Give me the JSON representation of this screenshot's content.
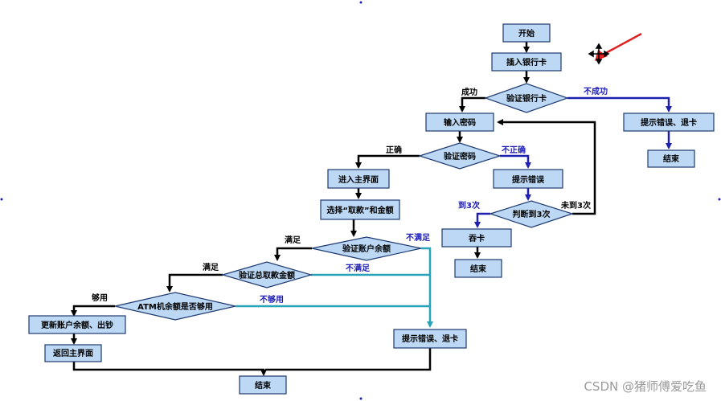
{
  "colors": {
    "node_fill": "#bcd8f4",
    "node_stroke": "#1f3a70",
    "black_line": "#000000",
    "blue_line": "#2020b0",
    "teal_line": "#27a3b8",
    "red_pointer": "#e02020"
  },
  "nodes": {
    "start": "开始",
    "insert_card": "插入银行卡",
    "verify_card": "验证银行卡",
    "enter_pin": "输入密码",
    "verify_pin": "验证密码",
    "main_menu": "进入主界面",
    "choose_withdraw": "选择“取款”和金额",
    "check_balance": "验证账户余额",
    "check_total": "验证总取款金额",
    "check_atm_cash": "ATM机余额是否够用",
    "update_and_dispense": "更新账户余额、出钞",
    "return_main": "返回主界面",
    "end_main": "结束",
    "error_eject_card_top": "提示错误、退卡",
    "end_top_right": "结束",
    "pin_error": "提示错误",
    "count_check": "判断到3次",
    "swallow_card": "吞卡",
    "end_swallow": "结束",
    "error_eject_card_bottom": "提示错误、退卡"
  },
  "edge_labels": {
    "card_success": "成功",
    "card_fail": "不成功",
    "pin_correct": "正确",
    "pin_incorrect": "不正确",
    "reached_3": "到3次",
    "not_reached_3": "未到3次",
    "balance_ok": "满足",
    "balance_not_ok": "不满足",
    "total_ok": "满足",
    "total_not_ok": "不满足",
    "atm_enough": "够用",
    "atm_not_enough": "不够用"
  },
  "watermark": "CSDN @猪师傅爱吃鱼",
  "icons": {
    "move_cursor": "move-cursor-icon",
    "pointer_arrow": "red-arrow-icon"
  }
}
